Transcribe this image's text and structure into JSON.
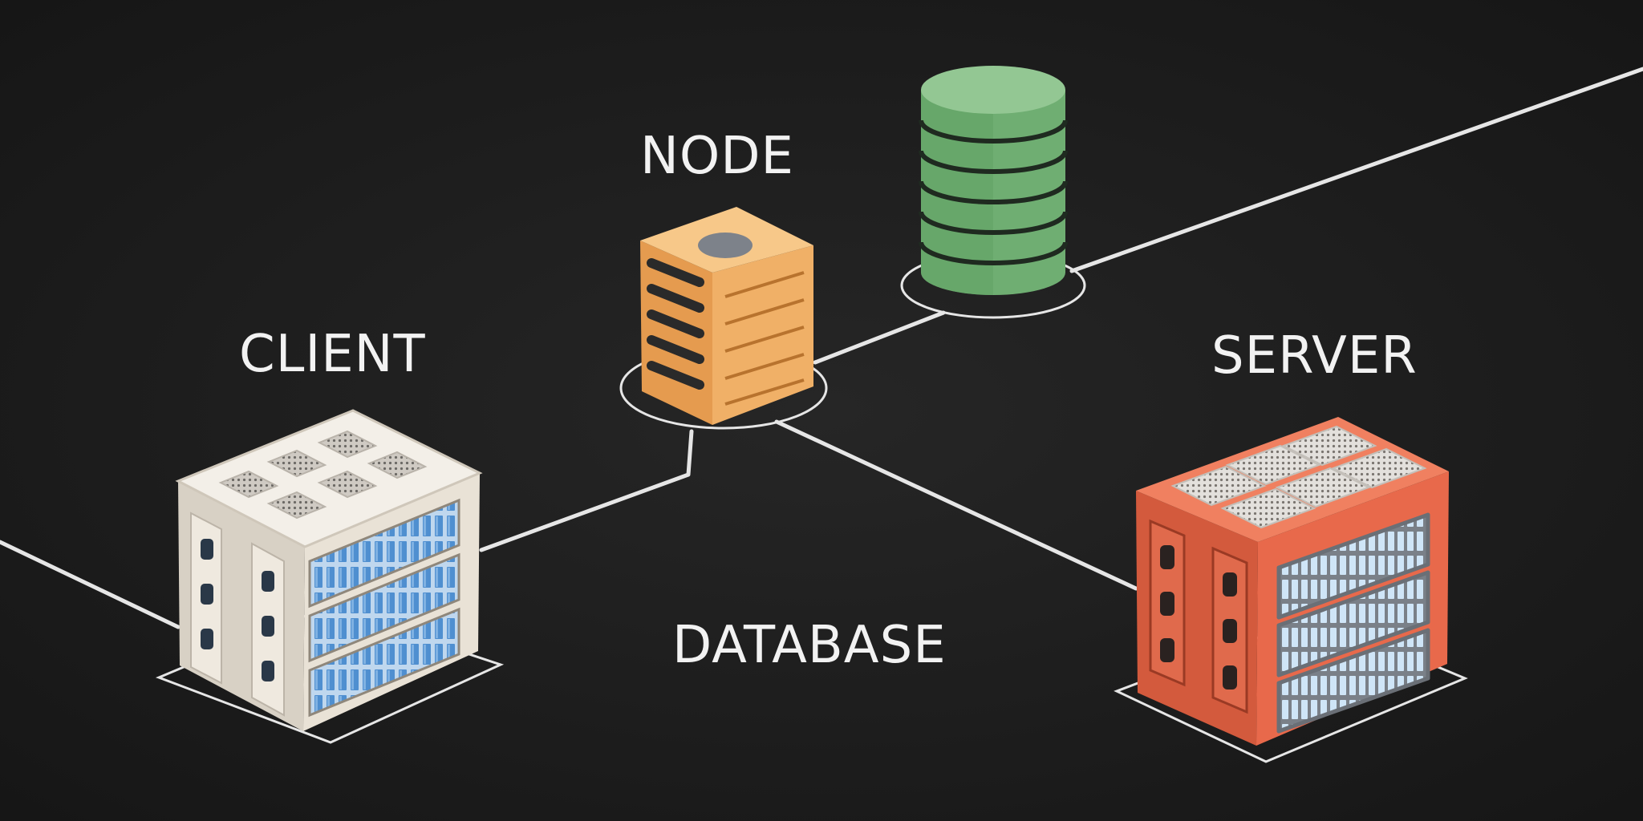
{
  "labels": {
    "node": "NODE",
    "client": "CLIENT",
    "server": "SERVER",
    "database": "DATABASE"
  },
  "colors": {
    "background": "#1e1e1e",
    "connector": "#e6e6e6",
    "client_body": "#e9e2d6",
    "client_screen": "#4f8fd0",
    "node_body": "#f0b067",
    "database_body": "#7dbb7f",
    "server_body": "#e8694b",
    "server_screen": "#bfdbf2"
  }
}
